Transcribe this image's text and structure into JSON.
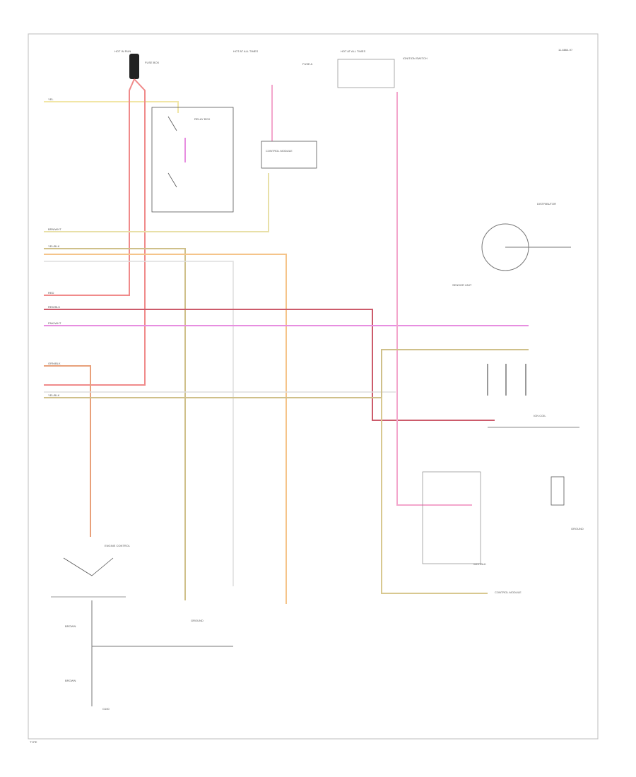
{
  "page_code": "11-6864-97",
  "footer_code": "TYPE",
  "wire_colors": {
    "yellow": "#f1e6a6",
    "red": "#f08a8a",
    "pink": "#f3a6cc",
    "magenta": "#e78ee0",
    "orange": "#f5c48a",
    "dark_red": "#cc5b6b",
    "tan": "#cfc08a",
    "grey": "#d4d4d4",
    "gray_light": "#c8c8c8"
  },
  "wire_labels": {
    "y1": "YEL",
    "brn_wht": "BRN/WHT",
    "yel_blk": "YEL/BLK",
    "red1": "RED",
    "red_blk": "RED/BLK",
    "pnk_wht": "PNK/WHT",
    "orn_blk": "ORN/BLK",
    "yel_blk2": "YEL/BLK",
    "brown": "BROWN",
    "brown2": "BROWN",
    "wht_blk": "WHT/BLK"
  },
  "texts": {
    "hot_run_top": "HOT IN RUN",
    "hot_run_mid": "HOT AT ALL TIMES",
    "hot_all_right": "HOT AT ALL TIMES",
    "fuse_box": "FUSE BOX",
    "ignition_switch": "IGNITION SWITCH",
    "ground": "GROUND",
    "fuse_a": "FUSE A",
    "relay_left": "RELAY BOX",
    "sensor_right": "SENSOR UNIT",
    "module": "CONTROL MODULE",
    "ign_coil": "IGN COIL",
    "dist": "DISTRIBUTOR",
    "engine_ctrl": "ENGINE CONTROL",
    "ground_right": "GROUND",
    "bottom_ground": "G100"
  }
}
